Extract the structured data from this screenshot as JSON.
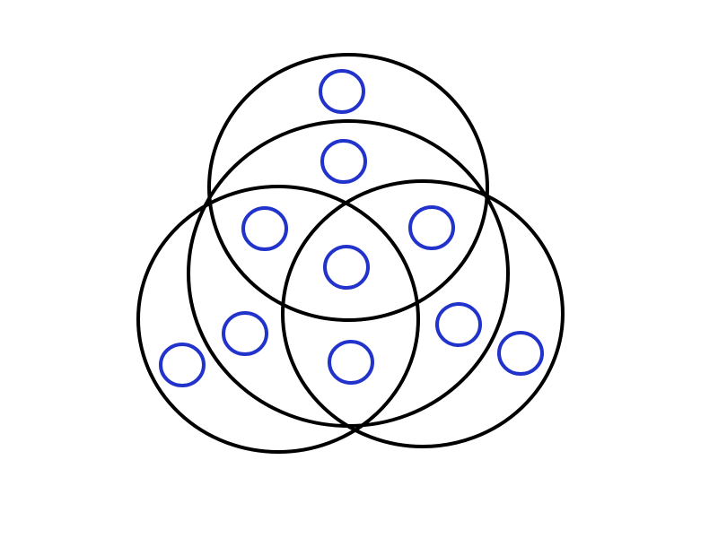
{
  "diagram": {
    "type": "four-set venn diagram",
    "set_outline_color": "#000000",
    "region_marker_color": "#2233cc",
    "sets": [
      {
        "id": "top"
      },
      {
        "id": "middle"
      },
      {
        "id": "left"
      },
      {
        "id": "right"
      }
    ],
    "regions": [
      {
        "id": "top-only",
        "sets": [
          "top"
        ]
      },
      {
        "id": "top-middle",
        "sets": [
          "top",
          "middle"
        ]
      },
      {
        "id": "top-middle-left",
        "sets": [
          "top",
          "middle",
          "left"
        ]
      },
      {
        "id": "top-middle-right",
        "sets": [
          "top",
          "middle",
          "right"
        ]
      },
      {
        "id": "all-four",
        "sets": [
          "top",
          "middle",
          "left",
          "right"
        ]
      },
      {
        "id": "middle-left",
        "sets": [
          "middle",
          "left"
        ]
      },
      {
        "id": "middle-right",
        "sets": [
          "middle",
          "right"
        ]
      },
      {
        "id": "middle-left-right",
        "sets": [
          "middle",
          "left",
          "right"
        ]
      },
      {
        "id": "left-only",
        "sets": [
          "left"
        ]
      },
      {
        "id": "right-only",
        "sets": [
          "right"
        ]
      }
    ]
  }
}
